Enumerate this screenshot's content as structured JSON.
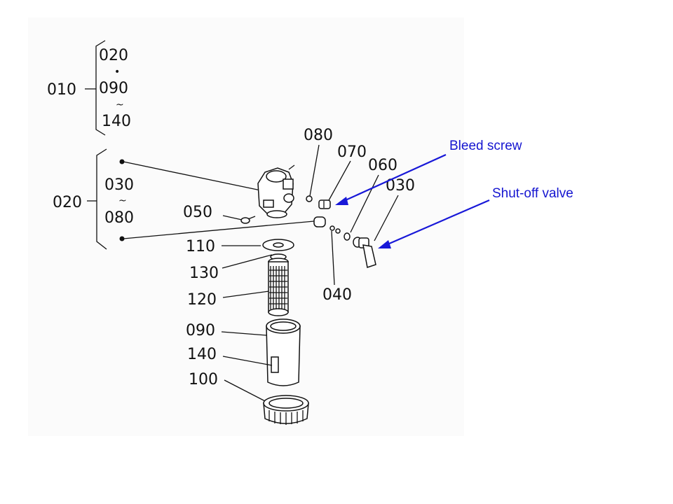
{
  "labels": {
    "p010": "010",
    "p020_group": "020",
    "p020_sub": "020",
    "p090_sub": "090",
    "p140_sub": "140",
    "p030_sub": "030",
    "p080_sub": "080",
    "p080": "080",
    "p070": "070",
    "p060": "060",
    "p030": "030",
    "p050": "050",
    "p110": "110",
    "p130": "130",
    "p120": "120",
    "p040": "040",
    "p090": "090",
    "p140": "140",
    "p100": "100"
  },
  "range_marks": {
    "sep1": "•",
    "sep2": "~",
    "sep3": "~"
  },
  "callouts": {
    "bleed_screw": "Bleed screw",
    "shutoff_valve": "Shut-off valve"
  },
  "colors": {
    "callout": "#1515d0",
    "line": "#111111"
  }
}
